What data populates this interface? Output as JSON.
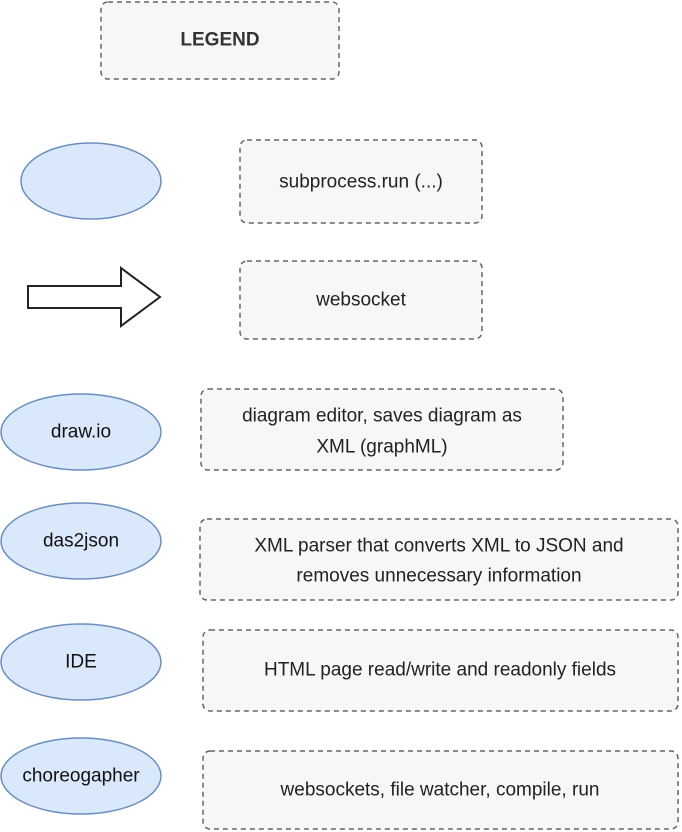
{
  "legend": {
    "title": "LEGEND",
    "symbols": {
      "ellipse_meaning": "subprocess.run (...)",
      "arrow_meaning": "websocket"
    }
  },
  "components": [
    {
      "name": "draw.io",
      "description_lines": [
        "diagram editor, saves diagram as",
        "XML (graphML)"
      ]
    },
    {
      "name": "das2json",
      "description_lines": [
        "XML parser that converts XML to JSON and",
        "removes unnecessary information"
      ]
    },
    {
      "name": "IDE",
      "description_lines": [
        "HTML page read/write and readonly fields"
      ]
    },
    {
      "name": "choreogapher",
      "description_lines": [
        "websockets, file watcher, compile, run"
      ]
    }
  ],
  "colors": {
    "node_fill": "#dae8fc",
    "node_stroke": "#6c8ebf",
    "box_fill": "#f7f7f7",
    "box_stroke": "#666666"
  }
}
